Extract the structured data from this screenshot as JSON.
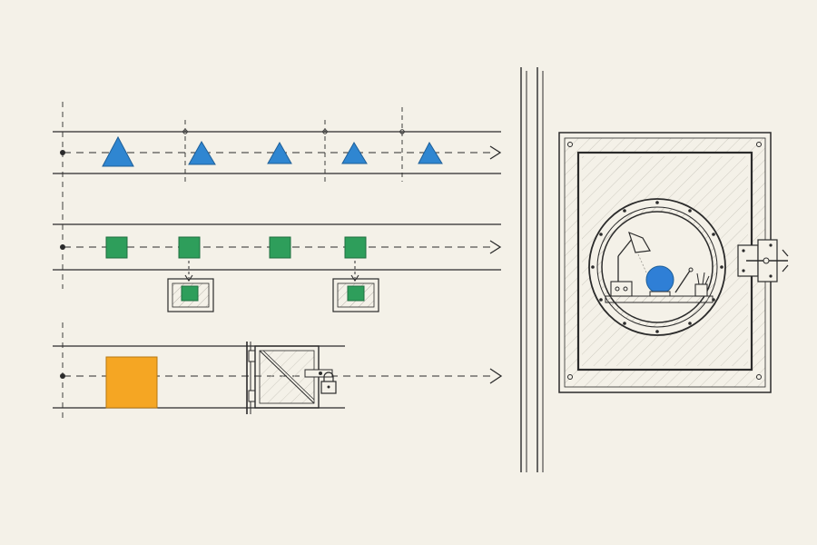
{
  "colors": {
    "paper": "#f4f1e8",
    "ink": "#2b2b2b",
    "triangle": "#2f86d1",
    "square": "#2e9e5b",
    "block": "#f5a623",
    "sphere": "#2f7fd6",
    "hatch": "#b9b6ad"
  },
  "lanes": [
    {
      "id": "lane-triangles",
      "shape": "triangle",
      "item_count": 5
    },
    {
      "id": "lane-squares",
      "shape": "square",
      "item_count": 4,
      "boxed_items": 2
    },
    {
      "id": "lane-block",
      "shape": "block",
      "item_count": 1,
      "gate": "locked-gate"
    }
  ],
  "vault": {
    "door": "square-door",
    "porthole": "round-window",
    "contents": [
      "desk-lamp-icon",
      "radio-icon",
      "globe",
      "pencil-cup-icon"
    ],
    "latch": "side-latch"
  },
  "icons": [
    "arrow-right-icon",
    "padlock-icon",
    "hinge-icon",
    "bolt-icon"
  ]
}
